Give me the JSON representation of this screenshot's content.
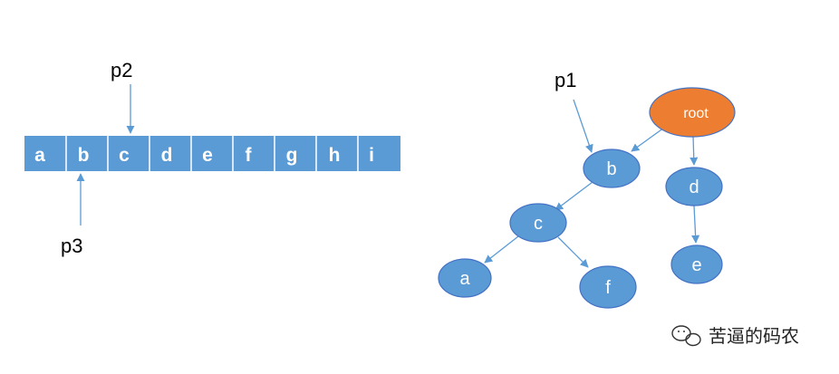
{
  "array": {
    "cells": [
      "a",
      "b",
      "c",
      "d",
      "e",
      "f",
      "g",
      "h",
      "i"
    ],
    "pointers": {
      "p2": "p2",
      "p3": "p3"
    }
  },
  "tree": {
    "root": "root",
    "nodes": {
      "b": "b",
      "c": "c",
      "a": "a",
      "f": "f",
      "d": "d",
      "e": "e"
    },
    "pointer": "p1"
  },
  "colors": {
    "cell": "#5B9BD5",
    "node": "#5B9BD5",
    "root": "#ED7D31",
    "arrow": "#5B9BD5"
  },
  "watermark": {
    "text": "苦逼的码农",
    "icon": "wechat-icon"
  }
}
